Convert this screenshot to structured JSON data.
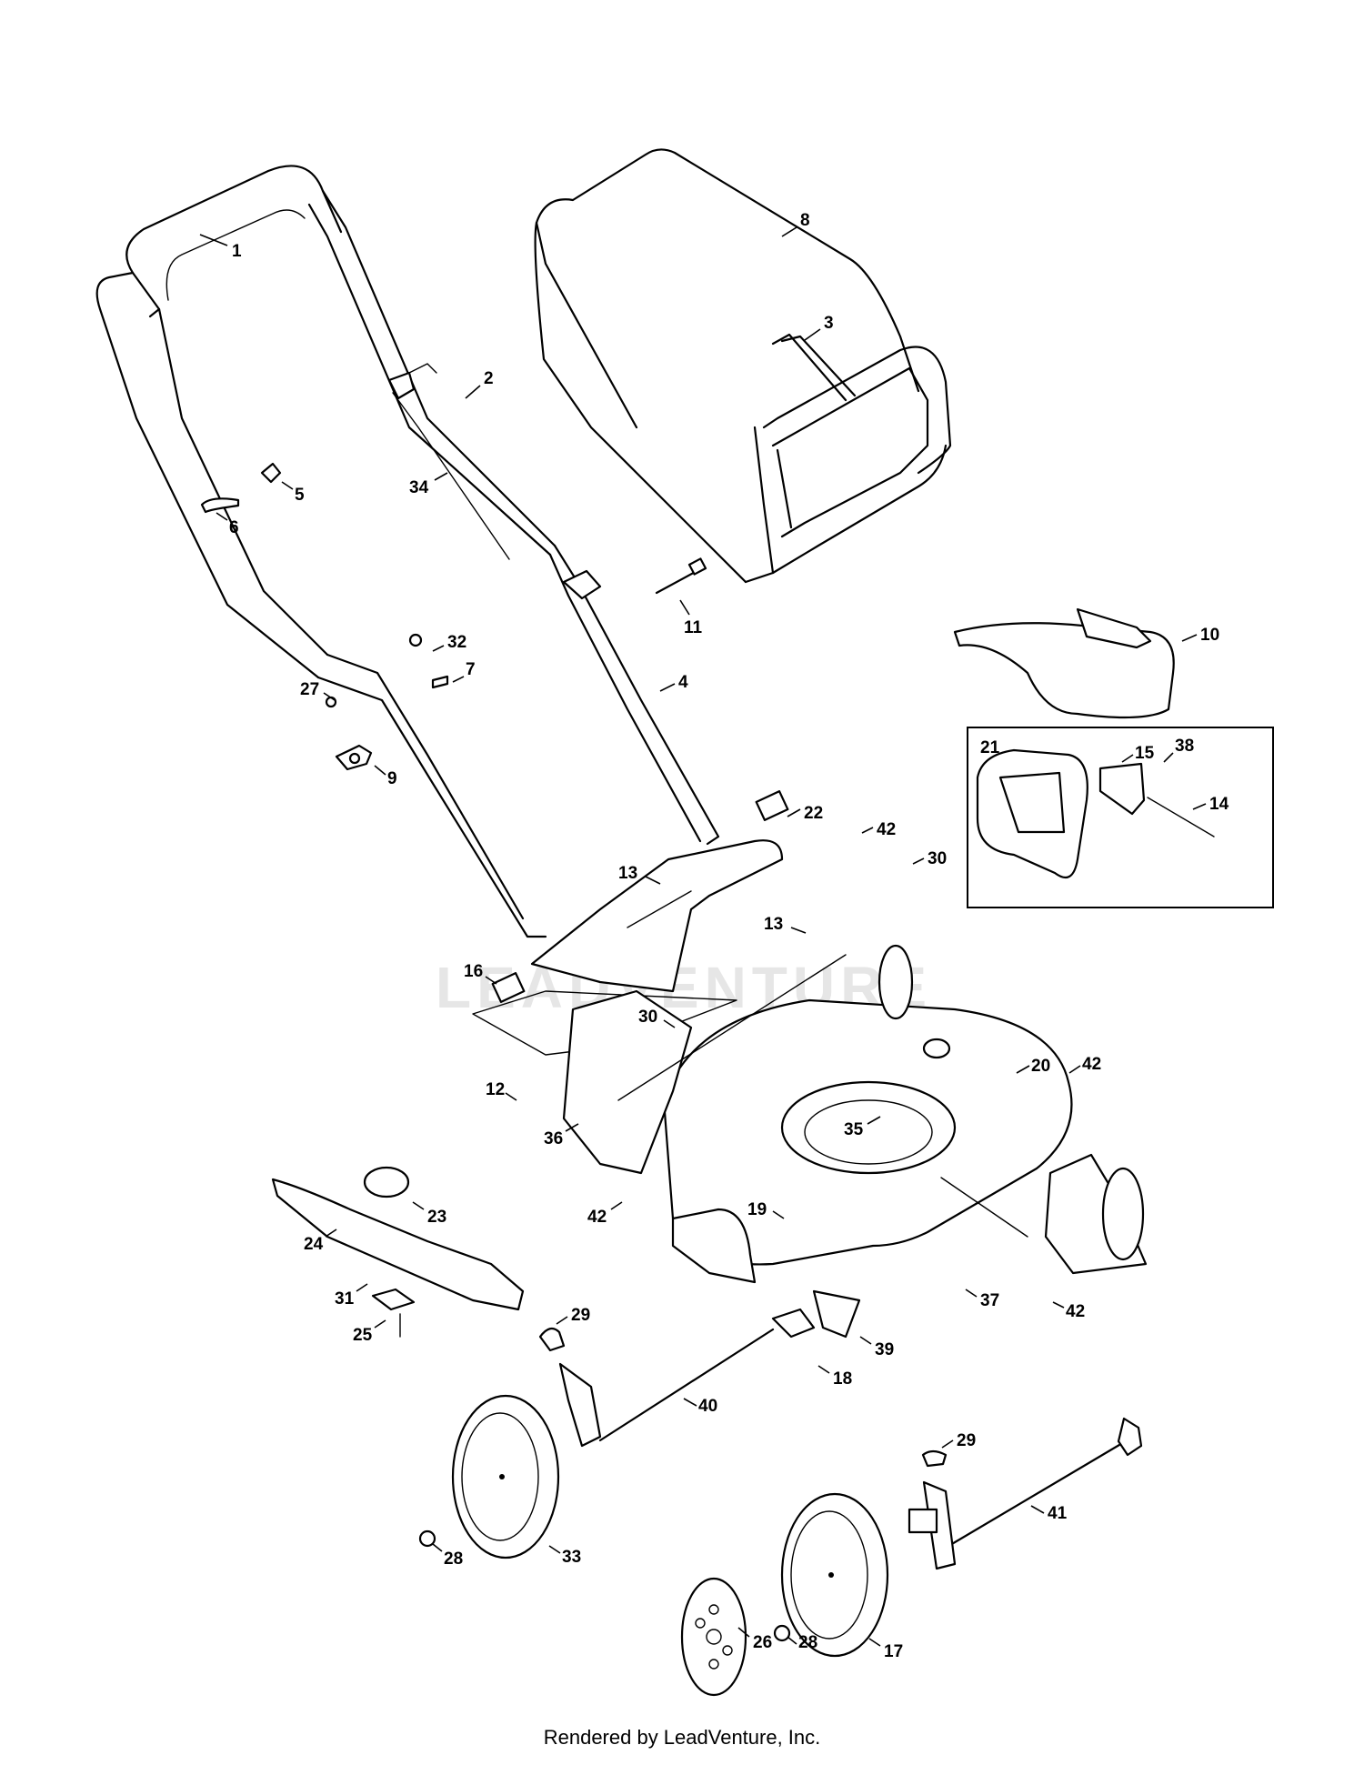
{
  "diagram": {
    "footer": "Rendered by LeadVenture, Inc.",
    "watermark": "LEADVENTURE",
    "parts": [
      {
        "id": "p1",
        "label": "1"
      },
      {
        "id": "p2",
        "label": "2"
      },
      {
        "id": "p3",
        "label": "3"
      },
      {
        "id": "p34",
        "label": "34"
      },
      {
        "id": "p5",
        "label": "5"
      },
      {
        "id": "p6",
        "label": "6"
      },
      {
        "id": "p8",
        "label": "8"
      },
      {
        "id": "p11",
        "label": "11"
      },
      {
        "id": "p4",
        "label": "4"
      },
      {
        "id": "p32",
        "label": "32"
      },
      {
        "id": "p7",
        "label": "7"
      },
      {
        "id": "p27",
        "label": "27"
      },
      {
        "id": "p9",
        "label": "9"
      },
      {
        "id": "p10",
        "label": "10"
      },
      {
        "id": "p21",
        "label": "21"
      },
      {
        "id": "p15",
        "label": "15"
      },
      {
        "id": "p38",
        "label": "38"
      },
      {
        "id": "p14",
        "label": "14"
      },
      {
        "id": "p22",
        "label": "22"
      },
      {
        "id": "p42a",
        "label": "42"
      },
      {
        "id": "p30a",
        "label": "30"
      },
      {
        "id": "p13a",
        "label": "13"
      },
      {
        "id": "p13b",
        "label": "13"
      },
      {
        "id": "p16",
        "label": "16"
      },
      {
        "id": "p30b",
        "label": "30"
      },
      {
        "id": "p20",
        "label": "20"
      },
      {
        "id": "p42b",
        "label": "42"
      },
      {
        "id": "p12",
        "label": "12"
      },
      {
        "id": "p36",
        "label": "36"
      },
      {
        "id": "p35",
        "label": "35"
      },
      {
        "id": "p23",
        "label": "23"
      },
      {
        "id": "p42c",
        "label": "42"
      },
      {
        "id": "p19",
        "label": "19"
      },
      {
        "id": "p24",
        "label": "24"
      },
      {
        "id": "p31",
        "label": "31"
      },
      {
        "id": "p25",
        "label": "25"
      },
      {
        "id": "p37",
        "label": "37"
      },
      {
        "id": "p42d",
        "label": "42"
      },
      {
        "id": "p29a",
        "label": "29"
      },
      {
        "id": "p39",
        "label": "39"
      },
      {
        "id": "p18",
        "label": "18"
      },
      {
        "id": "p40",
        "label": "40"
      },
      {
        "id": "p29b",
        "label": "29"
      },
      {
        "id": "p41",
        "label": "41"
      },
      {
        "id": "p28a",
        "label": "28"
      },
      {
        "id": "p33",
        "label": "33"
      },
      {
        "id": "p26",
        "label": "26"
      },
      {
        "id": "p28b",
        "label": "28"
      },
      {
        "id": "p17",
        "label": "17"
      }
    ]
  }
}
